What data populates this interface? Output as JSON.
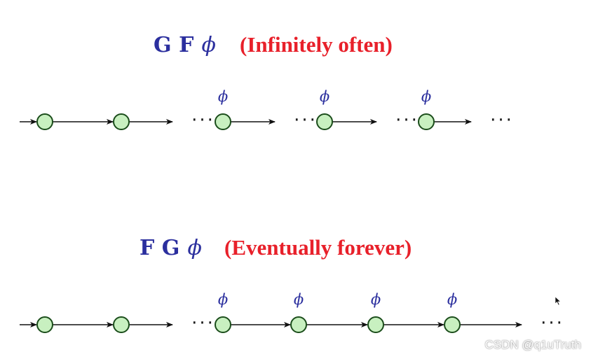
{
  "diagrams": [
    {
      "formula_operators": "G F",
      "formula_variable": "ϕ",
      "description": "(Infinitely often)",
      "sequence": [
        "node",
        "node",
        "ellipsis",
        "node",
        "ellipsis",
        "node",
        "ellipsis",
        "node",
        "ellipsis"
      ],
      "labels": [
        "",
        "",
        "",
        "ϕ",
        "",
        "ϕ",
        "",
        "ϕ",
        ""
      ]
    },
    {
      "formula_operators": "F G",
      "formula_variable": "ϕ",
      "description": "(Eventually forever)",
      "sequence": [
        "node",
        "node",
        "ellipsis",
        "node",
        "node",
        "node",
        "node",
        "ellipsis"
      ],
      "labels": [
        "",
        "",
        "",
        "ϕ",
        "ϕ",
        "ϕ",
        "ϕ",
        ""
      ]
    }
  ],
  "ellipsis_text": "···",
  "watermark": "CSDN @q1uTruth",
  "colors": {
    "formula": "#2b2f9e",
    "description": "#e8202a",
    "state_fill": "#c8f0c0",
    "state_stroke": "#1b4d1b",
    "arrow": "#111111"
  }
}
